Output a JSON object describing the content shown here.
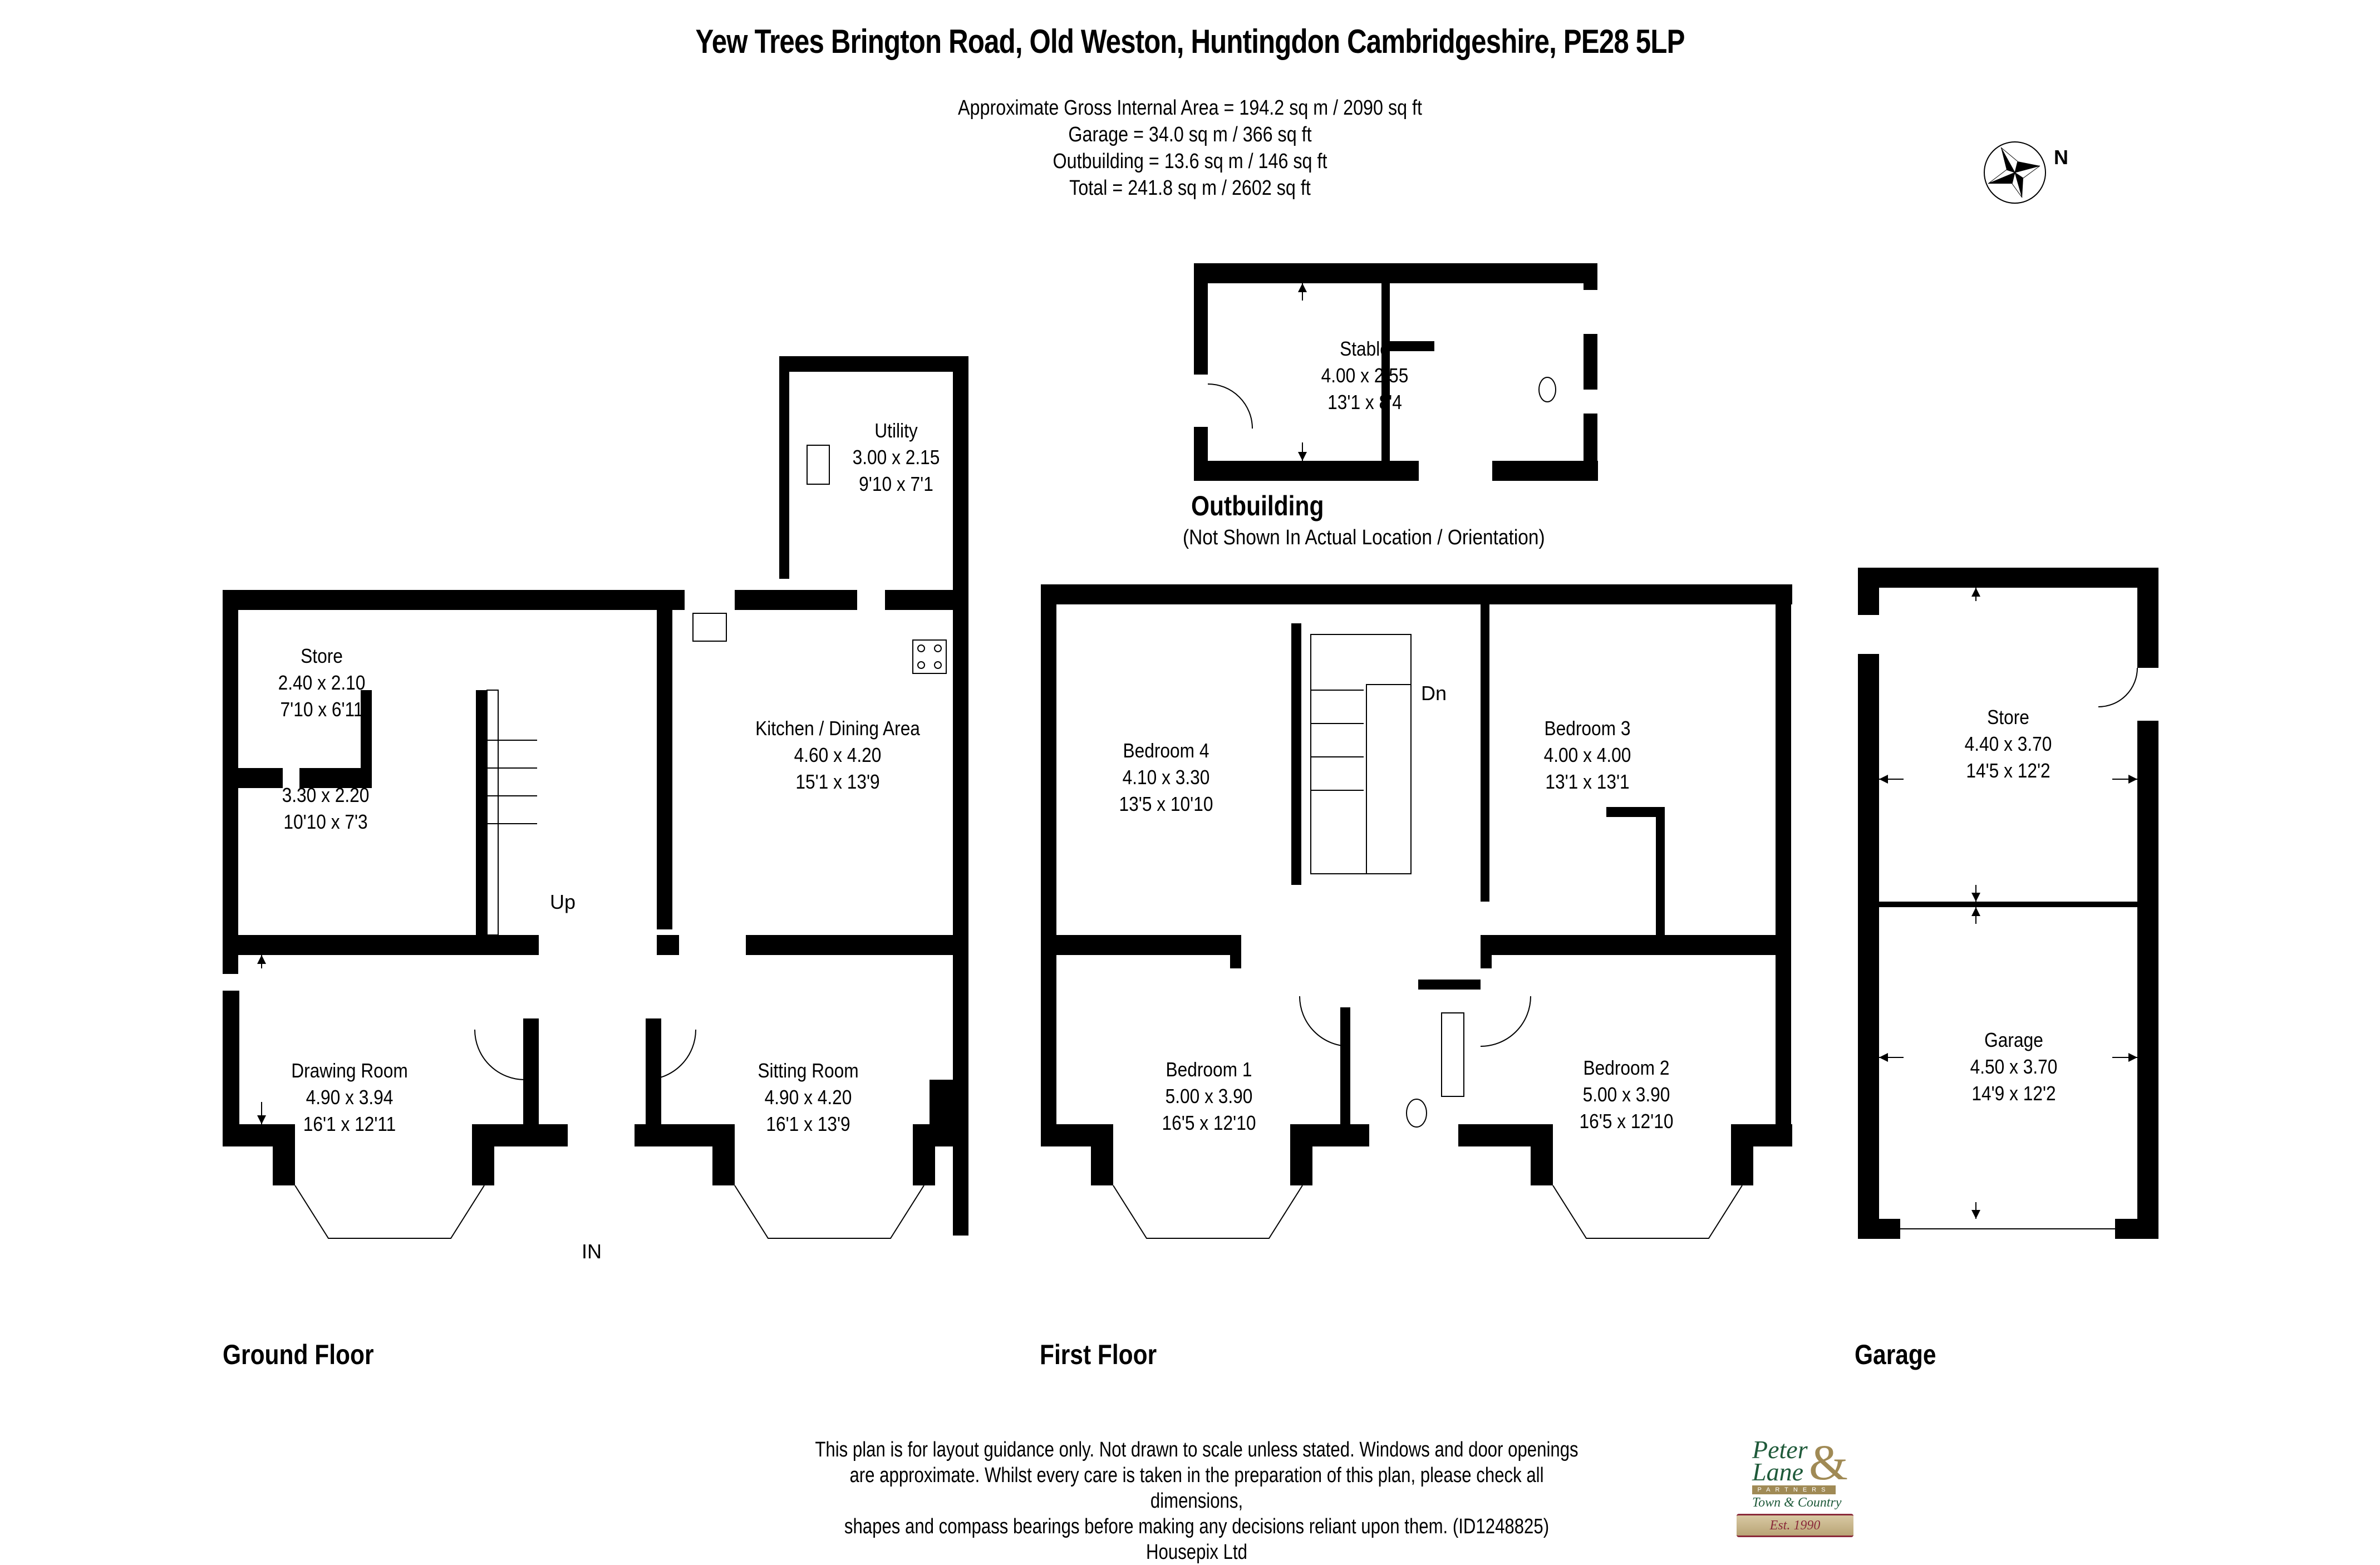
{
  "header": {
    "title": "Yew Trees Brington Road, Old Weston, Huntingdon Cambridgeshire, PE28 5LP",
    "areas": [
      "Approximate Gross Internal Area = 194.2 sq m / 2090 sq ft",
      "Garage = 34.0 sq m / 366 sq ft",
      "Outbuilding = 13.6 sq m / 146 sq ft",
      "Total = 241.8 sq m / 2602 sq ft"
    ]
  },
  "compass": {
    "icon": "compass-rose-icon",
    "label": "N"
  },
  "outbuilding": {
    "label": "Outbuilding",
    "note": "(Not Shown In Actual Location / Orientation)",
    "rooms": [
      {
        "name": "Stable",
        "metric": "4.00 x 2.55",
        "imperial": "13'1 x 8'4"
      }
    ]
  },
  "ground_floor": {
    "label": "Ground Floor",
    "rooms": [
      {
        "name": "Utility",
        "metric": "3.00 x 2.15",
        "imperial": "9'10 x 7'1"
      },
      {
        "name": "Store",
        "metric": "2.40 x 2.10",
        "imperial": "7'10 x 6'11"
      },
      {
        "name": "",
        "metric": "3.30 x 2.20",
        "imperial": "10'10 x 7'3"
      },
      {
        "name": "Kitchen / Dining Area",
        "metric": "4.60 x 4.20",
        "imperial": "15'1 x 13'9"
      },
      {
        "name": "Drawing Room",
        "metric": "4.90 x 3.94",
        "imperial": "16'1 x 12'11"
      },
      {
        "name": "Sitting Room",
        "metric": "4.90 x 4.20",
        "imperial": "16'1 x 13'9"
      }
    ],
    "stairs_label": "Up",
    "entrance_label": "IN"
  },
  "first_floor": {
    "label": "First Floor",
    "rooms": [
      {
        "name": "Bedroom 4",
        "metric": "4.10 x 3.30",
        "imperial": "13'5 x 10'10"
      },
      {
        "name": "Bedroom 3",
        "metric": "4.00 x 4.00",
        "imperial": "13'1 x 13'1"
      },
      {
        "name": "Bedroom 1",
        "metric": "5.00 x 3.90",
        "imperial": "16'5 x 12'10"
      },
      {
        "name": "Bedroom 2",
        "metric": "5.00 x 3.90",
        "imperial": "16'5 x 12'10"
      }
    ],
    "stairs_label": "Dn"
  },
  "garage": {
    "label": "Garage",
    "rooms": [
      {
        "name": "Store",
        "metric": "4.40 x 3.70",
        "imperial": "14'5 x 12'2"
      },
      {
        "name": "Garage",
        "metric": "4.50 x 3.70",
        "imperial": "14'9 x 12'2"
      }
    ]
  },
  "footer": {
    "disclaimer": [
      "This plan is for layout guidance only. Not drawn to scale unless stated. Windows and door openings",
      "are approximate. Whilst every care is taken in the preparation of this plan, please check all dimensions,",
      "shapes and compass bearings before making any decisions reliant upon them. (ID1248825)",
      "Housepix Ltd"
    ],
    "logo": {
      "line1": "Peter",
      "line2": "Lane",
      "amp": "&",
      "partners": "PARTNERS",
      "tagline": "Town & Country",
      "established": "Est. 1990"
    }
  },
  "colors": {
    "wall": "#000000",
    "background": "#ffffff",
    "logo_green": "#1f5a3a",
    "logo_gold": "#a08a55",
    "logo_maroon": "#8a2a3a"
  }
}
